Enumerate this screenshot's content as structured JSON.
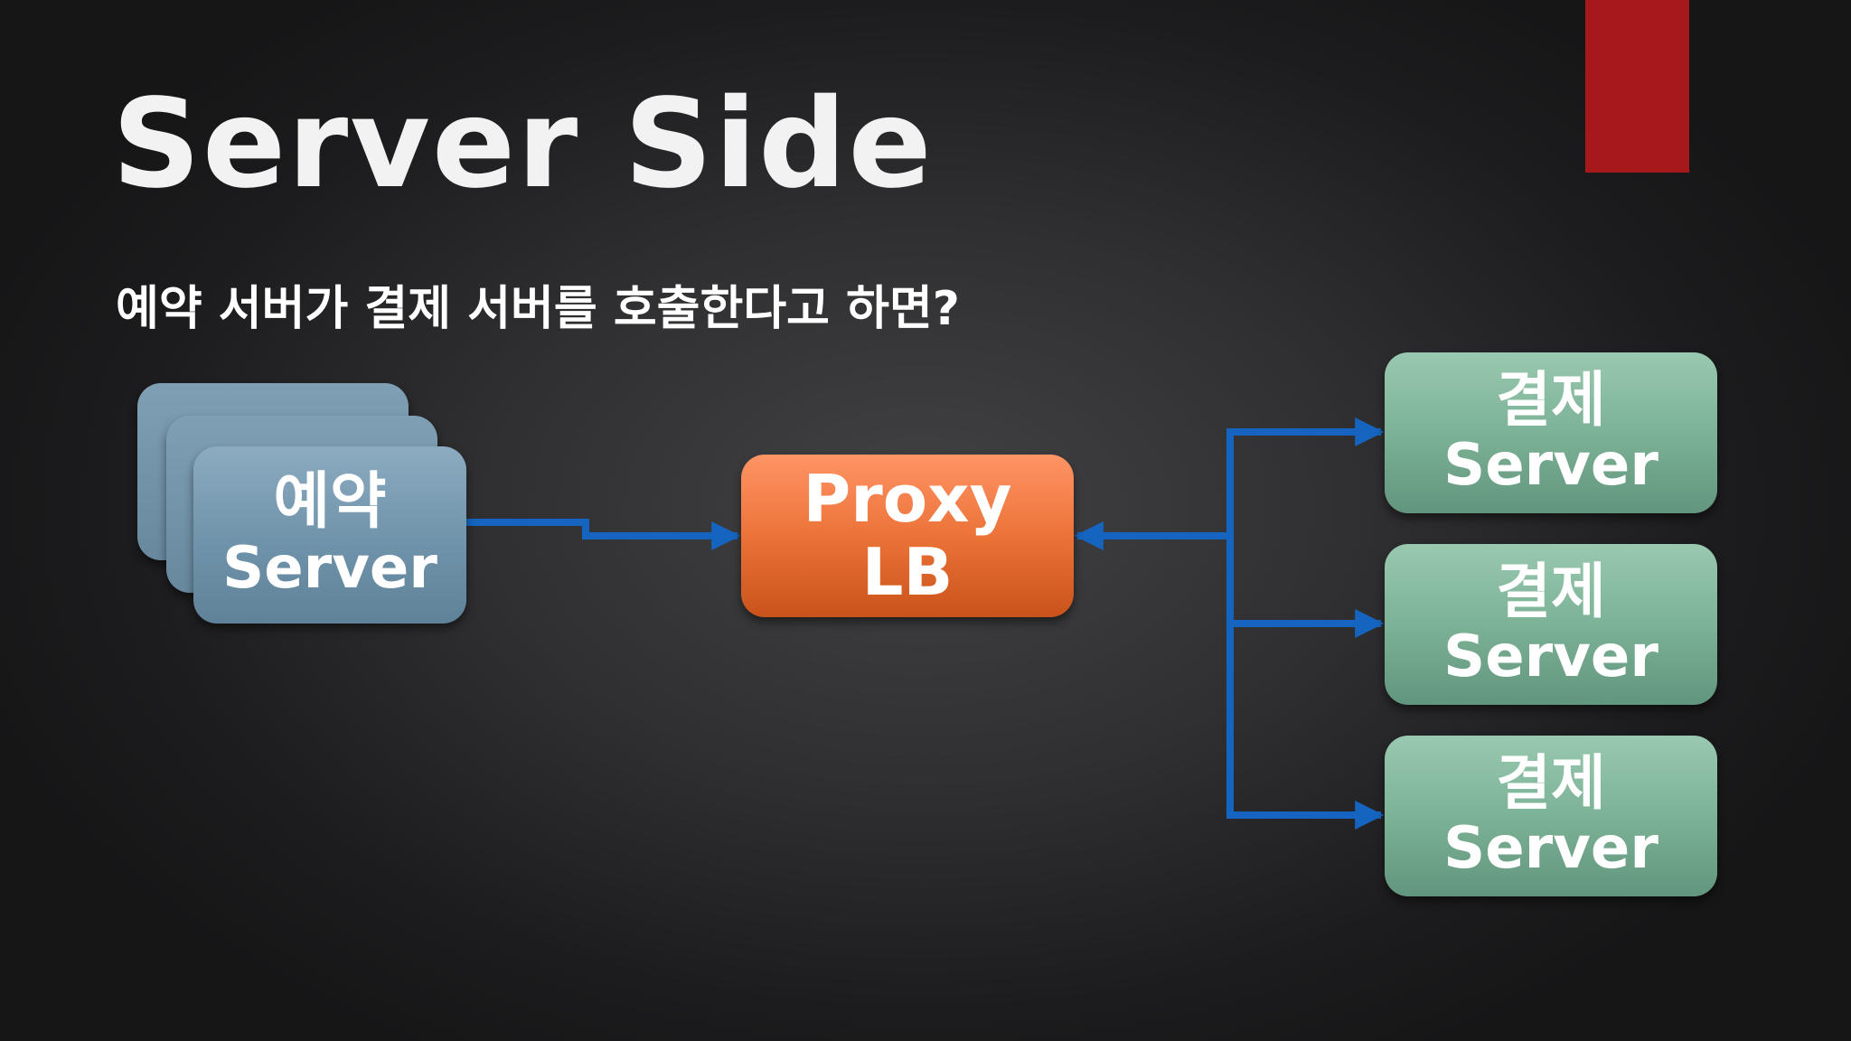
{
  "slide": {
    "title": "Server Side",
    "subtitle": "예약 서버가 결제 서버를 호출한다고 하면?",
    "accent_color": "#a61819",
    "arrow_color": "#1565c0"
  },
  "nodes": {
    "reservation": {
      "line1": "예약",
      "line2": "Server",
      "color": "#7597ad"
    },
    "proxy": {
      "line1": "Proxy",
      "line2": "LB",
      "color": "#ec7338"
    },
    "payment": [
      {
        "line1": "결제",
        "line2": "Server",
        "color": "#7cb296"
      },
      {
        "line1": "결제",
        "line2": "Server",
        "color": "#7cb296"
      },
      {
        "line1": "결제",
        "line2": "Server",
        "color": "#7cb296"
      }
    ]
  }
}
